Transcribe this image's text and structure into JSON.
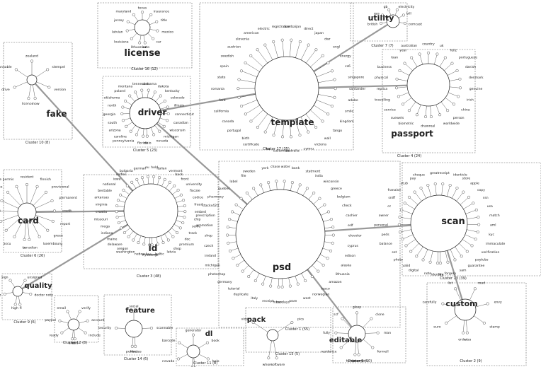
{
  "clusters": [
    {
      "id": "c16",
      "caption": "Cluster 16 (12)",
      "hub": "license",
      "terms": [
        "lithuanian",
        "louisiana",
        "latvian",
        "jersey",
        "maryland",
        "texas",
        "insurance",
        "title",
        "mexico",
        "car",
        "auto"
      ]
    },
    {
      "id": "c17",
      "caption": "Cluster 17 (35)",
      "hub": "template",
      "terms": [
        "customize",
        "hq",
        "certificate",
        "birth",
        "portugal",
        "canada",
        "california",
        "font",
        "romania",
        "state",
        "spain",
        "swedish",
        "austrian",
        "slovenia",
        "american",
        "electric",
        "registration",
        "azerbaijan",
        "direct",
        "japan",
        "dwr",
        "engl",
        "energy",
        "cs6",
        "singapore",
        "santander",
        "adobe",
        "smile",
        "kingdom",
        "tango",
        "wall",
        "victoria",
        "cymru",
        "australia"
      ]
    },
    {
      "id": "c7",
      "caption": "Cluster 7 (7)",
      "hub": "utility",
      "terms": [
        "british",
        "gas",
        "gb",
        "electricity",
        "bill",
        "comcast"
      ]
    },
    {
      "id": "c10",
      "caption": "Cluster 10 (8)",
      "hub": "fake",
      "terms": [
        "licence",
        "drive",
        "scannable",
        "zealand",
        "stempel",
        "version",
        "now"
      ]
    },
    {
      "id": "c5",
      "caption": "Cluster 5 (23)",
      "hub": "driver",
      "terms": [
        "florida",
        "pennsylvania",
        "caroline",
        "arizona",
        "south",
        "georgia",
        "north",
        "oklahoma",
        "poland",
        "montana",
        "tennessee",
        "alabama",
        "dakota",
        "kentucky",
        "colorado",
        "illinois",
        "connecticut",
        "canadian",
        "wisconsin",
        "michigan",
        "nevada",
        "ohio"
      ]
    },
    {
      "id": "c4",
      "caption": "Cluster 4 (24)",
      "hub": "passport",
      "terms": [
        "draw",
        "biometric",
        "suewels",
        "service",
        "travelling",
        "replica",
        "physical",
        "business",
        "loan",
        "year",
        "australian",
        "country",
        "uk",
        "fullz",
        "portuguese",
        "danish",
        "denmark",
        "genuine",
        "irish",
        "china",
        "person",
        "worldwide",
        "real"
      ]
    },
    {
      "id": "c6",
      "caption": "Cluster 6 (26)",
      "hub": "card",
      "terms": [
        "tr",
        "ascu",
        "swiss",
        "identita",
        "carta",
        "full",
        "francaise",
        "conduire de permis",
        "resident",
        "finnish",
        "provisional",
        "permanent",
        "credit",
        "report",
        "green",
        "luxembourg",
        "canadian"
      ]
    },
    {
      "id": "c3",
      "caption": "Cluster 3 (48)",
      "hub": "id",
      "terms": [
        "wyoming",
        "nebraska",
        "washington",
        "oregon",
        "delaware",
        "maine",
        "indiana",
        "mega",
        "missouri",
        "croatia",
        "virginia",
        "arkansas",
        "bestable",
        "national",
        "iowa",
        "selfies",
        "bulgaria",
        "german",
        "eu",
        "hold",
        "italian",
        "vermont",
        "back",
        "front",
        "university",
        "fiscale",
        "codice",
        "fraud",
        "embed",
        "chip",
        "selfie",
        "track",
        "doc",
        "premium",
        "shop",
        "latvia",
        "baltic",
        "estonia"
      ]
    },
    {
      "id": "c1",
      "caption": "Cluster 1 (55)",
      "hub": "psd",
      "terms": [
        "france",
        "receipt",
        "italy",
        "duplicate",
        "tutorial",
        "germany",
        "photoshop",
        "michigan",
        "ireland",
        "czech",
        "shop",
        "promotion",
        "prescription",
        "stacks420",
        "pharmacy",
        "quebec",
        "label",
        "file",
        "sweden",
        "york",
        "chase",
        "water",
        "bank",
        "statment",
        "india",
        "wisconsin",
        "greece",
        "belgium",
        "check",
        "cashier",
        "edf",
        "elevotor",
        "cyprus",
        "edison",
        "alaska",
        "lithuania",
        "amazon",
        "tesco",
        "norwegian",
        "west",
        "ware",
        "barclays"
      ]
    },
    {
      "id": "c13",
      "caption": "Cluster 13 (39)",
      "hub": "scan",
      "terms": [
        "identity",
        "note",
        "digital",
        "valid",
        "photo",
        "set",
        "balance",
        "peds",
        "personal",
        "owner",
        "cc",
        "sniff",
        "franaise",
        "stub",
        "pay",
        "cheque",
        "great",
        "receipt",
        "identicle",
        "store",
        "apple",
        "copy",
        "ssn",
        "usa",
        "match",
        "aml",
        "kyc",
        "immaculate",
        "verification",
        "paytubs",
        "guarantee",
        "sam",
        "forgery",
        "live"
      ]
    },
    {
      "id": "c9",
      "caption": "Cluster 9 (6)",
      "hub": "quality",
      "terms": [
        "high",
        "az",
        "sign",
        "unsigned",
        "doctor note",
        "fl"
      ]
    },
    {
      "id": "c12",
      "caption": "Cluster 12 (8)",
      "hub": "",
      "terms": [
        "ares",
        "ready",
        "paypal",
        "email",
        "verify",
        "account",
        "include",
        "info"
      ]
    },
    {
      "id": "c14",
      "caption": "Cluster 14 (6)",
      "hub": "feature",
      "terms": [
        "perfect",
        "security",
        "social",
        "scannable",
        "kansas"
      ]
    },
    {
      "id": "c11",
      "caption": "Cluster 11 (8)",
      "hub": "dl",
      "terms": [
        "hologram",
        "nevada",
        "barcode",
        "generator",
        "book",
        "holo",
        "uv"
      ]
    },
    {
      "id": "c15",
      "caption": "Cluster 15 (5)",
      "hub": "pack",
      "terms": [
        "whore",
        "vids",
        "pics",
        "software"
      ]
    },
    {
      "id": "c8",
      "caption": "Cluster 8 (10)",
      "hub": "editable",
      "terms": [
        "temporary",
        "residence",
        "fully",
        "scf",
        "glasp",
        "clone",
        "man",
        "formell",
        "document"
      ]
    },
    {
      "id": "c2",
      "caption": "Cluster 2 (9)",
      "hub": "custom",
      "terms": [
        "order",
        "euro",
        "carefully",
        "list",
        "road",
        "envy",
        "stamp",
        "visa"
      ]
    }
  ],
  "links": [
    [
      "c17",
      "c4"
    ],
    [
      "c17",
      "c7"
    ],
    [
      "c17",
      "c5"
    ],
    [
      "c5",
      "c1"
    ],
    [
      "c10",
      "c3"
    ],
    [
      "c6",
      "c3"
    ],
    [
      "c9",
      "c3"
    ],
    [
      "c1",
      "c8"
    ],
    [
      "c1",
      "c13"
    ],
    [
      "c13",
      "c2"
    ]
  ]
}
